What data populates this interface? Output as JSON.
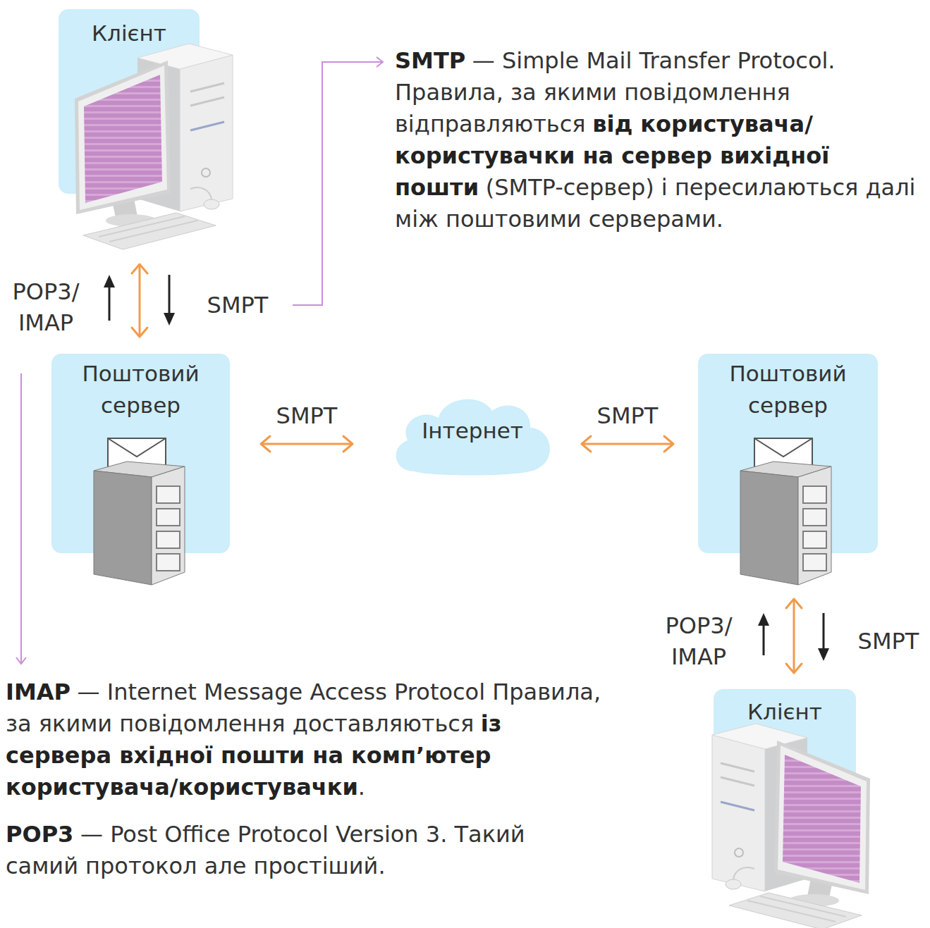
{
  "diagram": {
    "nodes": [
      {
        "text": [
          "Клієнт"
        ]
      },
      {
        "text": [
          "Поштовий сервер"
        ]
      },
      {
        "text": [
          "Інтернет"
        ]
      },
      {
        "text": [
          "Поштовий сервер"
        ]
      },
      {
        "text": [
          "Клієнт"
        ]
      }
    ],
    "edges": [
      {
        "from": 1,
        "to": 0,
        "arrow": "to",
        "label": "POP3/ IMAP"
      },
      {
        "from": 0,
        "to": 1,
        "arrow": "both"
      },
      {
        "from": 0,
        "to": 1,
        "arrow": "to",
        "label": "SMPT"
      },
      {
        "from": 1,
        "to": 2,
        "arrow": "both",
        "label": "SMPT"
      },
      {
        "from": 2,
        "to": 3,
        "arrow": "both",
        "label": "SMPT"
      },
      {
        "from": 4,
        "to": 3,
        "arrow": "to",
        "label": "POP3/ IMAP"
      },
      {
        "from": 3,
        "to": 4,
        "arrow": "both"
      },
      {
        "from": 3,
        "to": 4,
        "arrow": "to",
        "label": "SMPT"
      }
    ],
    "labels": [
      "SMTP",
      "— Simple Mail Transfer Protocol. Правила, за якими повідомлення відправляються",
      "від користувача/користувачки на сервер вихідної пошти",
      "(SMTP-сервер) і пересилаються далі між поштовими серверами.",
      "IMAP",
      "— Internet Message Access Protocol Правила, за якими повідомлення доставляються",
      "із сервера вхідної пошти на комп’ютер користувача/користувачки",
      ".",
      "POP3",
      "— Post Office Protocol Version 3. Такий самий протокол але простіший."
    ]
  }
}
